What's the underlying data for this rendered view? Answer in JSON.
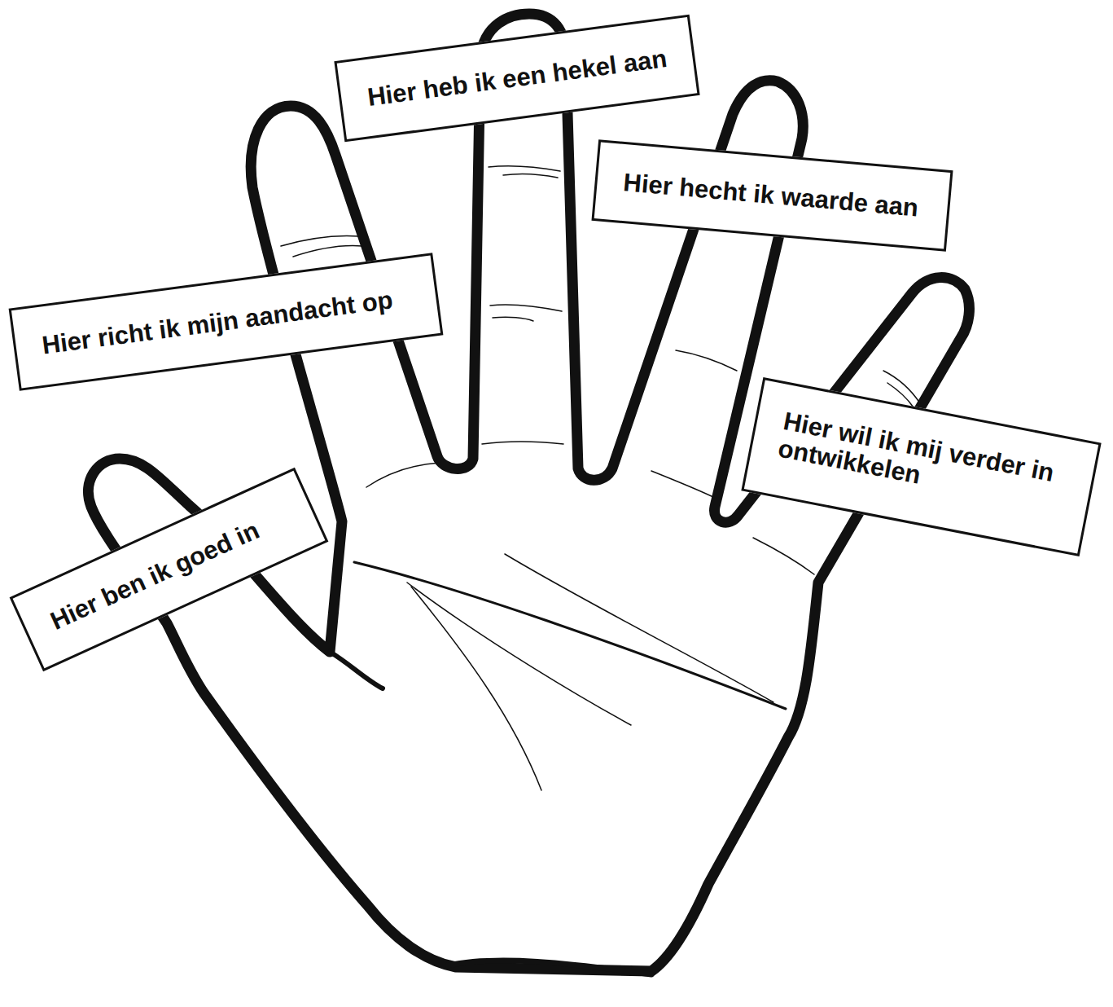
{
  "diagram": {
    "nodes": [
      {
        "text": [
          "Hier heb ik een hekel aan"
        ]
      },
      {
        "text": [
          "Hier hecht ik waarde aan"
        ]
      },
      {
        "text": [
          "Hier richt ik mijn aandacht op"
        ]
      },
      {
        "text": [
          "Hier wil ik mij verder in ontwikkelen"
        ]
      },
      {
        "text": [
          "Hier ben ik goed in"
        ]
      }
    ]
  }
}
